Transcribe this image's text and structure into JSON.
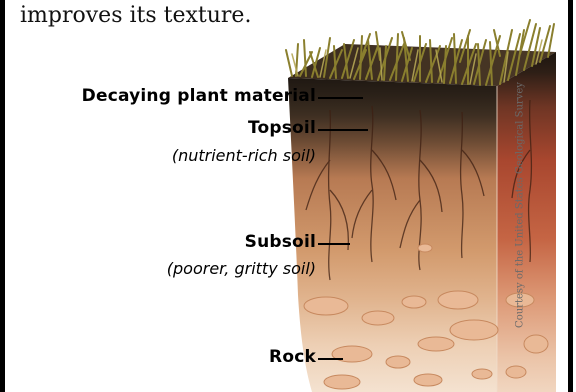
{
  "intro_text": "improves its texture.",
  "layers": {
    "decaying": "Decaying plant material",
    "topsoil": "Topsoil",
    "topsoil_note": "(nutrient-rich soil)",
    "subsoil": "Subsoil",
    "subsoil_note": "(poorer, gritty soil)",
    "rock": "Rock"
  },
  "credit": "Courtesy of the United States Geological Survey",
  "colors": {
    "grass": "#8a7f2e",
    "decaying": "#2a2118",
    "topsoil": "#5a4431",
    "subsoil": "#c98a5e",
    "rock": "#e8cbb0",
    "side": "#b8553c"
  }
}
